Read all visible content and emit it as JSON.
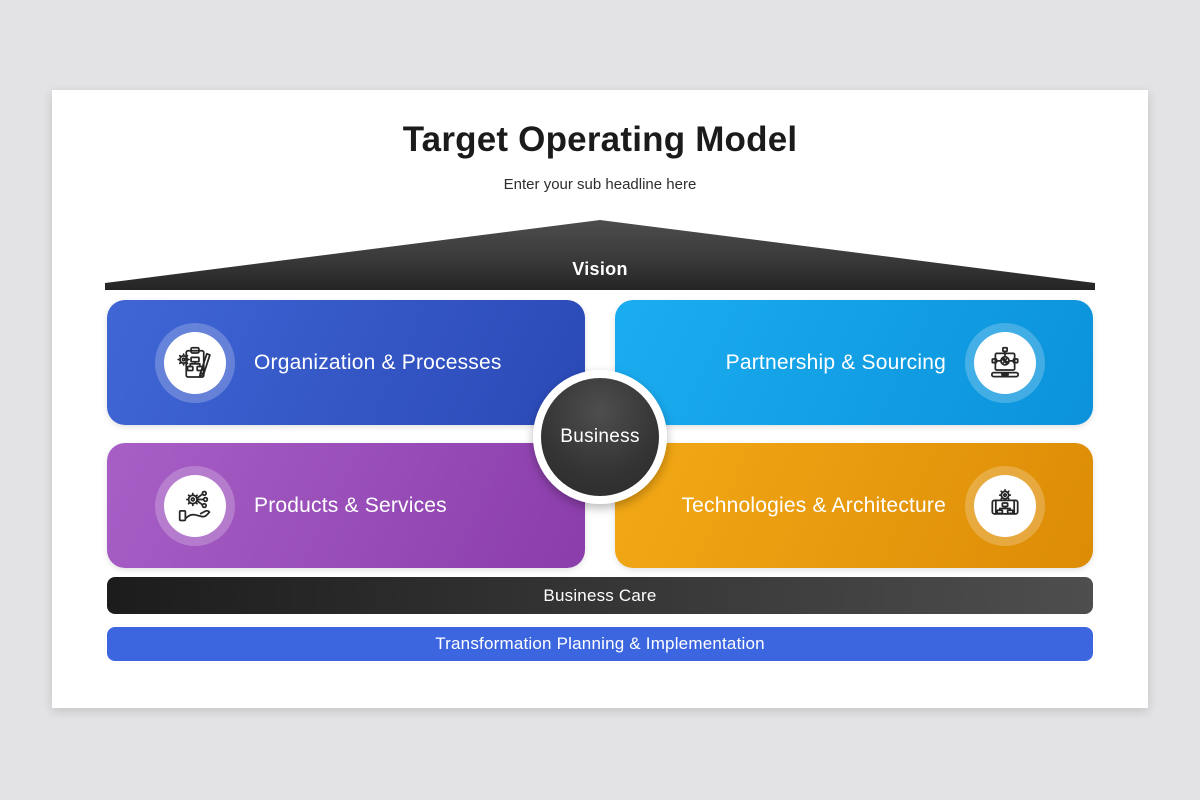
{
  "page": {
    "background": "#e3e3e5"
  },
  "slide": {
    "title": "Target Operating Model",
    "subtitle": "Enter your sub headline here",
    "roof": {
      "label": "Vision",
      "color": "#3a3a3a"
    },
    "center": {
      "label": "Business",
      "color": "#383838"
    },
    "quadrants": [
      {
        "label": "Organization & Processes",
        "icon": "clipboard-process-icon",
        "icon_side": "left",
        "color_start": "#4066d6",
        "color_end": "#2a49b6"
      },
      {
        "label": "Partnership & Sourcing",
        "icon": "laptop-network-icon",
        "icon_side": "right",
        "color_start": "#1badf0",
        "color_end": "#0b92da"
      },
      {
        "label": "Products & Services",
        "icon": "hand-gear-icon",
        "icon_side": "left",
        "color_start": "#a75fc6",
        "color_end": "#8b3dab"
      },
      {
        "label": "Technologies & Architecture",
        "icon": "blueprint-gear-icon",
        "icon_side": "right",
        "color_start": "#f3a916",
        "color_end": "#dc8c06"
      }
    ],
    "bars": [
      {
        "label": "Business Care",
        "color_start": "#1c1c1c",
        "color_end": "#4e4e4e"
      },
      {
        "label": "Transformation Planning & Implementation",
        "color": "#3c66e0"
      }
    ]
  }
}
